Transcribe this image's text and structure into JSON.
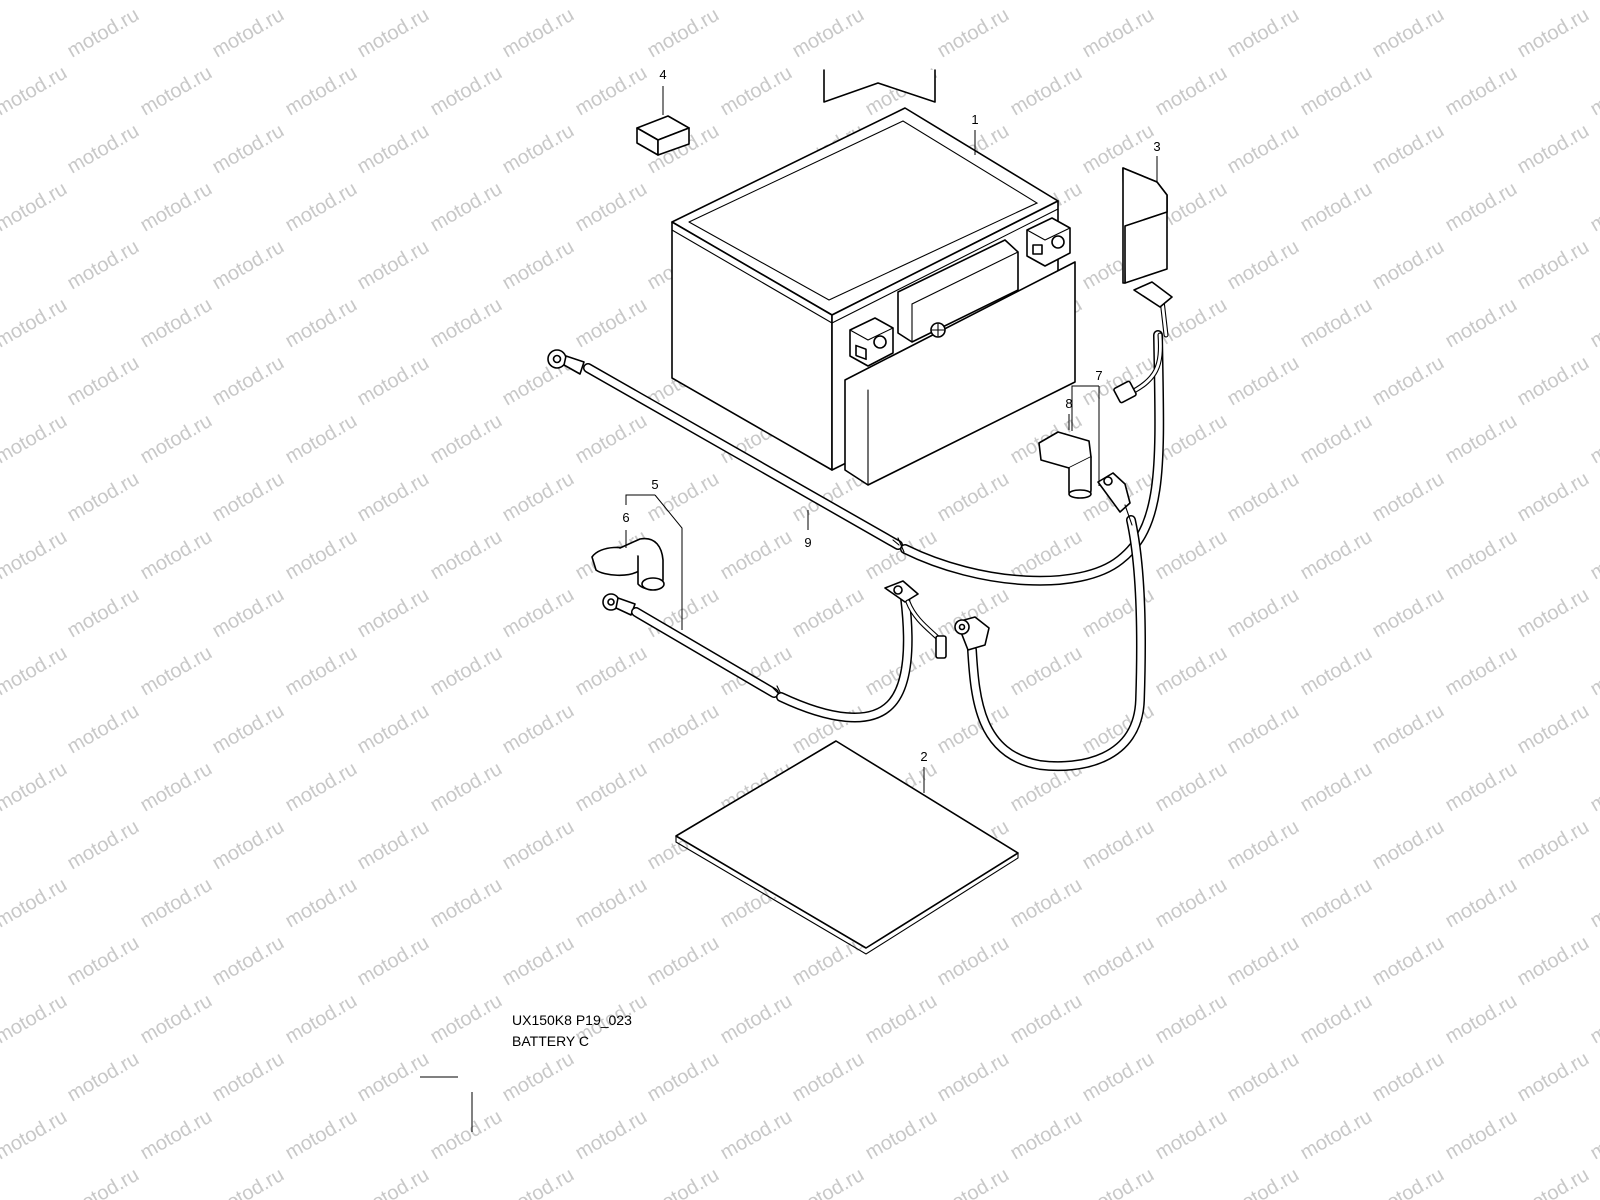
{
  "diagram": {
    "model_code": "UX150K8 P19_023",
    "section_title": "BATTERY C",
    "watermark_text": "motod.ru",
    "callouts": [
      "1",
      "2",
      "3",
      "4",
      "5",
      "6",
      "7",
      "8",
      "9"
    ],
    "parts": [
      {
        "callout": "1",
        "kind": "battery"
      },
      {
        "callout": "2",
        "kind": "pad"
      },
      {
        "callout": "3",
        "kind": "terminal-cover"
      },
      {
        "callout": "4",
        "kind": "cushion"
      },
      {
        "callout": "5",
        "kind": "cable"
      },
      {
        "callout": "6",
        "kind": "terminal-cap"
      },
      {
        "callout": "7",
        "kind": "cable"
      },
      {
        "callout": "8",
        "kind": "terminal-cap"
      },
      {
        "callout": "9",
        "kind": "cable"
      }
    ]
  }
}
